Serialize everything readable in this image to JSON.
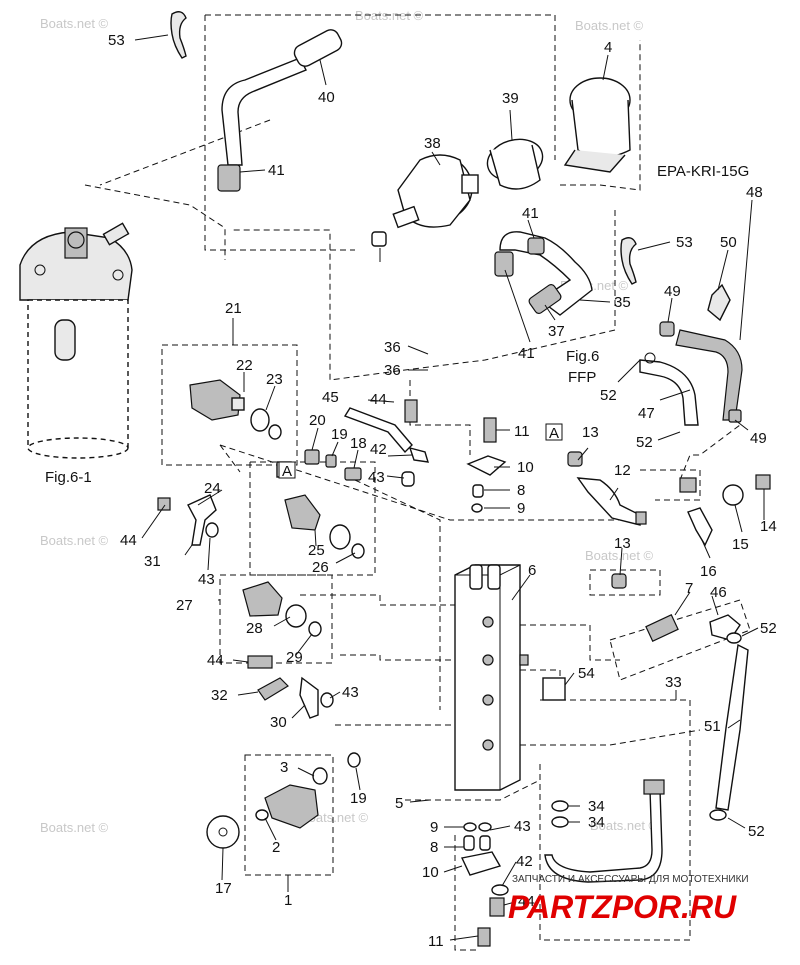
{
  "callouts": {
    "n53a": "53",
    "n40": "40",
    "n41a": "41",
    "n38": "38",
    "n39": "39",
    "n4": "4",
    "n41b": "41",
    "n53b": "53",
    "n50": "50",
    "n48": "48",
    "n49a": "49",
    "n35": "35",
    "n37": "37",
    "n41c": "41",
    "n36a": "36",
    "n36b": "36",
    "n52a": "52",
    "n47": "47",
    "n52b": "52",
    "n49b": "49",
    "n21": "21",
    "n22": "22",
    "n23": "23",
    "n45": "45",
    "n44a": "44",
    "n20": "20",
    "n19a": "19",
    "n18": "18",
    "n42a": "42",
    "n43a": "43",
    "n11a": "11",
    "n13a": "13",
    "n10a": "10",
    "n8a": "8",
    "n9a": "9",
    "n12": "12",
    "n14": "14",
    "n15": "15",
    "n16": "16",
    "n24": "24",
    "n44b": "44",
    "n31": "31",
    "n43b": "43",
    "n25": "25",
    "n26": "26",
    "n6": "6",
    "n13b": "13",
    "n27": "27",
    "n28": "28",
    "n29": "29",
    "n7": "7",
    "n46": "46",
    "n52c": "52",
    "n44c": "44",
    "n32": "32",
    "n43c": "43",
    "n30": "30",
    "n54": "54",
    "n33": "33",
    "n51": "51",
    "n3": "3",
    "n19b": "19",
    "n5": "5",
    "n34a": "34",
    "n34b": "34",
    "n17": "17",
    "n2": "2",
    "n1": "1",
    "n9b": "9",
    "n43d": "43",
    "n8b": "8",
    "n42b": "42",
    "n10b": "10",
    "n44d": "44",
    "n11b": "11",
    "n52d": "52"
  },
  "labels": {
    "model_code": "EPA-KRI-15G",
    "fig_ref": "Fig.6-1",
    "fig6_line1": "Fig.6",
    "fig6_line2": "FFP",
    "box_a1": "A",
    "box_a2": "A"
  },
  "watermarks": {
    "site": "Boats.net ©",
    "brand": "PARTZPOR.RU",
    "brand_tagline": "ЗАПЧАСТИ И АКСЕССУАРЫ ДЛЯ МОТОТЕХНИКИ"
  }
}
